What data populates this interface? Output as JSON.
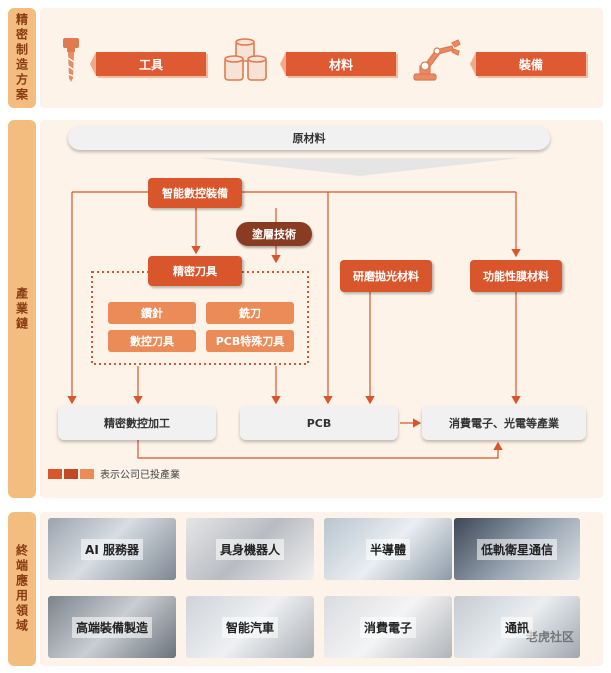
{
  "sections": {
    "top_label": "精密制造方案",
    "middle_label": "產業鏈",
    "bottom_label": "終端應用領域"
  },
  "solutions": [
    {
      "label": "工具",
      "icon": "drill-bit-icon"
    },
    {
      "label": "材料",
      "icon": "material-rolls-icon"
    },
    {
      "label": "裝備",
      "icon": "robot-arm-icon"
    }
  ],
  "chain": {
    "raw_material": "原材料",
    "equipment": "智能數控裝備",
    "coating": "塗層技術",
    "precision_tools": "精密刀具",
    "tools": [
      "鑽針",
      "銑刀",
      "數控刀具",
      "PCB特殊刀具"
    ],
    "grinding_material": "研磨拋光材料",
    "functional_film": "功能性膜材料",
    "machining": "精密數控加工",
    "pcb": "PCB",
    "consumer": "消費電子、光電等產業",
    "legend": "表示公司已投產業"
  },
  "applications": [
    "AI 服務器",
    "具身機器人",
    "半導體",
    "低軌衛星通信",
    "高端裝備製造",
    "智能汽車",
    "消費電子",
    "通訊"
  ],
  "watermark": "老虎社区",
  "colors": {
    "accent": "#d9552b",
    "light_accent": "#ea8b58",
    "dark": "#8a3c22",
    "panel": "#fdf3e8"
  }
}
